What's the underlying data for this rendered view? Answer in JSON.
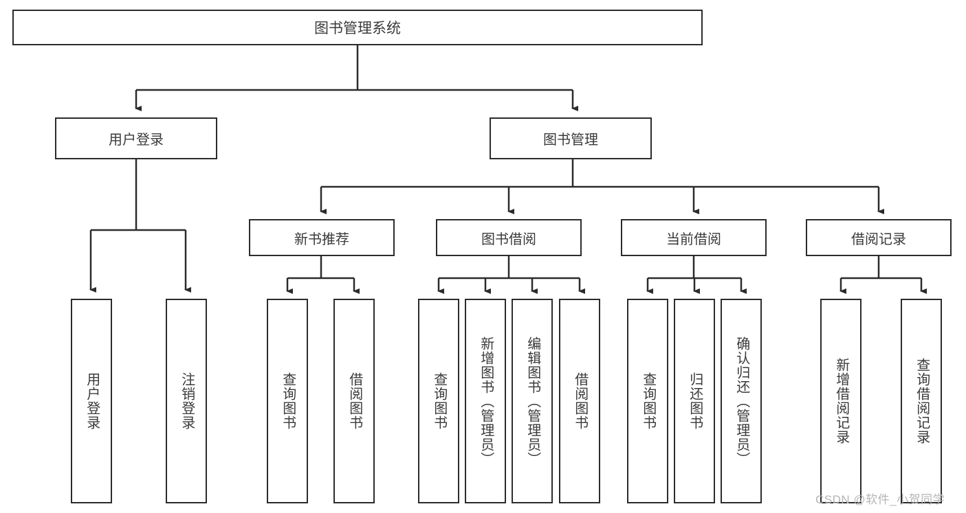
{
  "diagram": {
    "type": "tree-hierarchy",
    "title": "图书管理系统",
    "root": {
      "id": "root",
      "label": "图书管理系统",
      "orientation": "horizontal"
    },
    "level2": [
      {
        "id": "user-login",
        "label": "用户登录",
        "orientation": "horizontal"
      },
      {
        "id": "book-manage",
        "label": "图书管理",
        "orientation": "horizontal"
      }
    ],
    "level3": [
      {
        "id": "new-book-recommend",
        "label": "新书推荐",
        "parent": "book-manage",
        "orientation": "horizontal"
      },
      {
        "id": "book-borrow",
        "label": "图书借阅",
        "parent": "book-manage",
        "orientation": "horizontal"
      },
      {
        "id": "current-borrow",
        "label": "当前借阅",
        "parent": "book-manage",
        "orientation": "horizontal"
      },
      {
        "id": "borrow-record",
        "label": "借阅记录",
        "parent": "book-manage",
        "orientation": "horizontal"
      }
    ],
    "leaves": [
      {
        "id": "leaf-user-login",
        "label": "用户登录",
        "parent": "user-login",
        "orientation": "vertical"
      },
      {
        "id": "leaf-logout",
        "label": "注销登录",
        "parent": "user-login",
        "orientation": "vertical"
      },
      {
        "id": "leaf-query-book-1",
        "label": "查询图书",
        "parent": "new-book-recommend",
        "orientation": "vertical"
      },
      {
        "id": "leaf-borrow-book-1",
        "label": "借阅图书",
        "parent": "new-book-recommend",
        "orientation": "vertical"
      },
      {
        "id": "leaf-query-book-2",
        "label": "查询图书",
        "parent": "book-borrow",
        "orientation": "vertical"
      },
      {
        "id": "leaf-add-book",
        "label": "新增图书（管理员）",
        "parent": "book-borrow",
        "orientation": "vertical"
      },
      {
        "id": "leaf-edit-book",
        "label": "编辑图书（管理员）",
        "parent": "book-borrow",
        "orientation": "vertical"
      },
      {
        "id": "leaf-borrow-book-2",
        "label": "借阅图书",
        "parent": "book-borrow",
        "orientation": "vertical"
      },
      {
        "id": "leaf-query-book-3",
        "label": "查询图书",
        "parent": "current-borrow",
        "orientation": "vertical"
      },
      {
        "id": "leaf-return-book",
        "label": "归还图书",
        "parent": "current-borrow",
        "orientation": "vertical"
      },
      {
        "id": "leaf-confirm-return",
        "label": "确认归还（管理员）",
        "parent": "current-borrow",
        "orientation": "vertical"
      },
      {
        "id": "leaf-add-record",
        "label": "新增借阅记录",
        "parent": "borrow-record",
        "orientation": "vertical"
      },
      {
        "id": "leaf-query-record",
        "label": "查询借阅记录",
        "parent": "borrow-record",
        "orientation": "vertical"
      }
    ],
    "colors": {
      "stroke": "#2b2b2b",
      "text": "#3a3a3a",
      "background": "#ffffff",
      "watermark": "#b4b4b4"
    }
  },
  "watermark": {
    "text": "CSDN @软件_小贺同学"
  }
}
